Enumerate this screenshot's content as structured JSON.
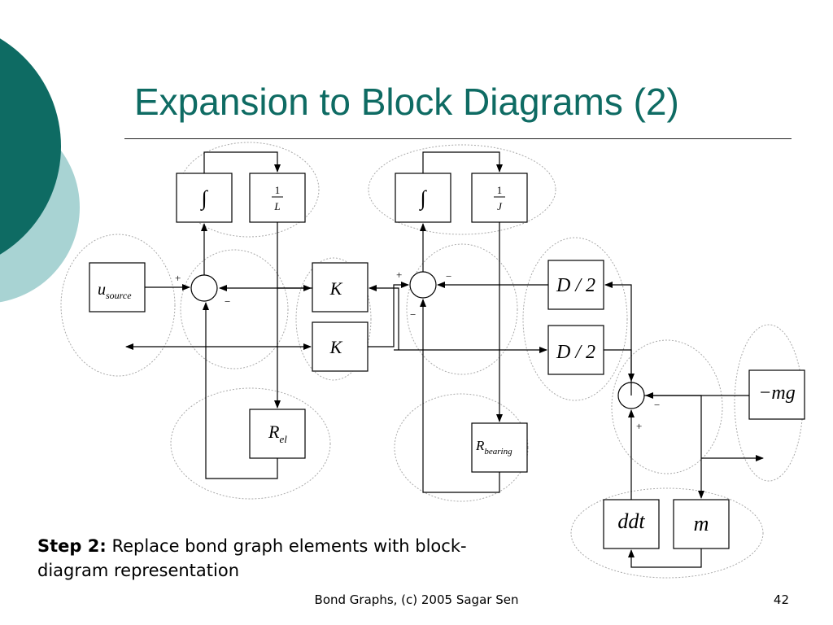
{
  "slide": {
    "title": "Expansion to Block Diagrams (2)",
    "step_label": "Step 2:",
    "step_text": " Replace bond graph elements with block-diagram representation",
    "footer": "Bond Graphs, (c) 2005 Sagar Sen",
    "page_number": "42"
  },
  "theme": {
    "accent_dark": "#0e6b63",
    "accent_light": "#a8d3d3",
    "title_color": "#0e6b63"
  },
  "blocks": {
    "integrator_1": "∫",
    "inv_L_num": "1",
    "inv_L_den": "L",
    "integrator_2": "∫",
    "inv_J_num": "1",
    "inv_J_den": "J",
    "u_source_main": "u",
    "u_source_sub": "source",
    "k_top": "K",
    "k_bottom": "K",
    "d2_top": "D / 2",
    "d2_bottom": "D / 2",
    "r_el_main": "R",
    "r_el_sub": "el",
    "r_bearing_main": "R",
    "r_bearing_sub": "bearing",
    "neg_mg": "−mg",
    "ddt": "ddt",
    "m": "m"
  },
  "signs": {
    "s1_plus": "+",
    "s1_minus": "−",
    "s2_plus": "+",
    "s2_minus_right": "−",
    "s2_minus_bottom": "−",
    "s3_minus": "−",
    "s3_plus": "+"
  }
}
